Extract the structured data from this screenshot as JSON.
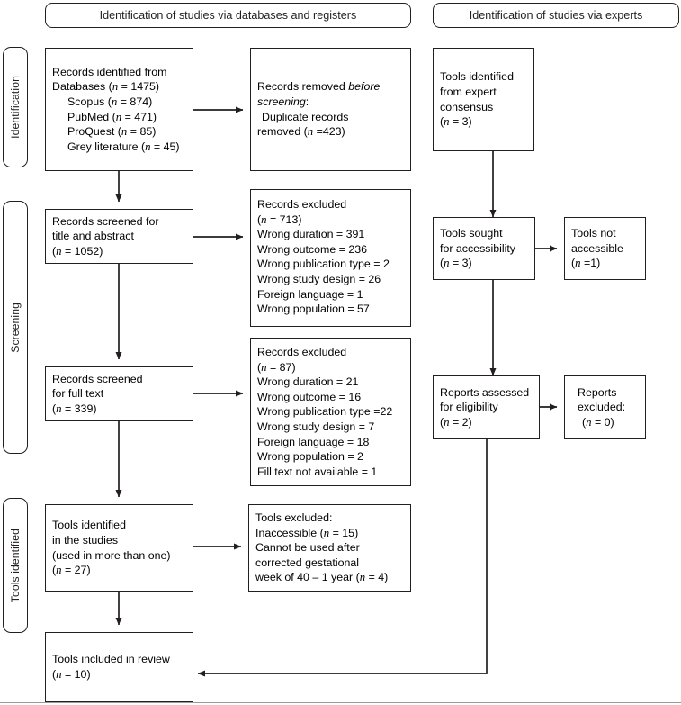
{
  "headers": {
    "left": "Identification of studies via databases and registers",
    "right": "Identification of studies via experts"
  },
  "side_labels": {
    "identification": "Identification",
    "screening": "Screening",
    "tools_identified": "Tools identified"
  },
  "boxes": {
    "records_identified": {
      "l1": "Records identified from",
      "l2_a": "Databases (",
      "l2_n": "n",
      "l2_b": " = 1475)",
      "l3_a": "Scopus (",
      "l3_n": "n",
      "l3_b": " = 874)",
      "l4_a": "PubMed (",
      "l4_n": "n",
      "l4_b": " = 471)",
      "l5_a": "ProQuest (",
      "l5_n": "n",
      "l5_b": " = 85)",
      "l6_a": "Grey literature (",
      "l6_n": "n",
      "l6_b": " = 45)"
    },
    "records_removed": {
      "l1_a": "Records removed ",
      "l1_em": "before",
      "l2_em": "screening",
      "l2_b": ":",
      "l3": "Duplicate records",
      "l4_a": "removed (",
      "l4_n": "n",
      "l4_b": " =423)"
    },
    "screened_title": {
      "l1": "Records screened for",
      "l2": "title and abstract",
      "l3_a": "(",
      "l3_n": "n",
      "l3_b": " = 1052)"
    },
    "excluded_title": {
      "l1": "Records excluded",
      "l2_a": "(",
      "l2_n": "n",
      "l2_b": " = 713)",
      "lines": [
        "Wrong duration = 391",
        "Wrong outcome = 236",
        "Wrong publication type = 2",
        "Wrong study design = 26",
        "Foreign language = 1",
        "Wrong population = 57"
      ]
    },
    "screened_fulltext": {
      "l1": "Records screened",
      "l2": "for full text",
      "l3_a": "(",
      "l3_n": "n",
      "l3_b": " = 339)"
    },
    "excluded_fulltext": {
      "l1": "Records excluded",
      "l2_a": "(",
      "l2_n": "n",
      "l2_b": " = 87)",
      "lines": [
        "Wrong duration = 21",
        "Wrong outcome = 16",
        "Wrong publication type =22",
        "Wrong study design = 7",
        "Foreign language = 18",
        "Wrong population = 2",
        "Fill text not available = 1"
      ]
    },
    "tools_in_studies": {
      "l1": "Tools identified",
      "l2": "in the studies",
      "l3": "(used in more than one)",
      "l4_a": "(",
      "l4_n": "n",
      "l4_b": " = 27)"
    },
    "tools_excluded": {
      "l1": "Tools excluded:",
      "l2_a": "Inaccessible (",
      "l2_n": "n",
      "l2_b": " = 15)",
      "l3": "Cannot be used after",
      "l4": "corrected gestational",
      "l5_a": "week of 40 – 1 year (",
      "l5_n": "n",
      "l5_b": " = 4)"
    },
    "tools_included": {
      "l1": "Tools included in review",
      "l2_a": "(",
      "l2_n": "n",
      "l2_b": " = 10)"
    },
    "expert_consensus": {
      "l1": "Tools identified",
      "l2": "from expert",
      "l3": "consensus",
      "l4_a": "(",
      "l4_n": "n",
      "l4_b": " = 3)"
    },
    "tools_sought": {
      "l1": "Tools sought",
      "l2": "for accessibility",
      "l3_a": "(",
      "l3_n": "n",
      "l3_b": " = 3)"
    },
    "tools_not_accessible": {
      "l1": "Tools not",
      "l2": "accessible",
      "l3_a": "(",
      "l3_n": "n",
      "l3_b": " =1)"
    },
    "reports_assessed": {
      "l1": "Reports assessed",
      "l2": "for eligibility",
      "l3_a": "(",
      "l3_n": "n",
      "l3_b": " = 2)"
    },
    "reports_excluded": {
      "l1": "Reports",
      "l2": "excluded:",
      "l3_a": "(",
      "l3_n": "n",
      "l3_b": " = 0)"
    }
  },
  "colors": {
    "stroke": "#231f20",
    "background": "#ffffff",
    "text": "#000000"
  }
}
